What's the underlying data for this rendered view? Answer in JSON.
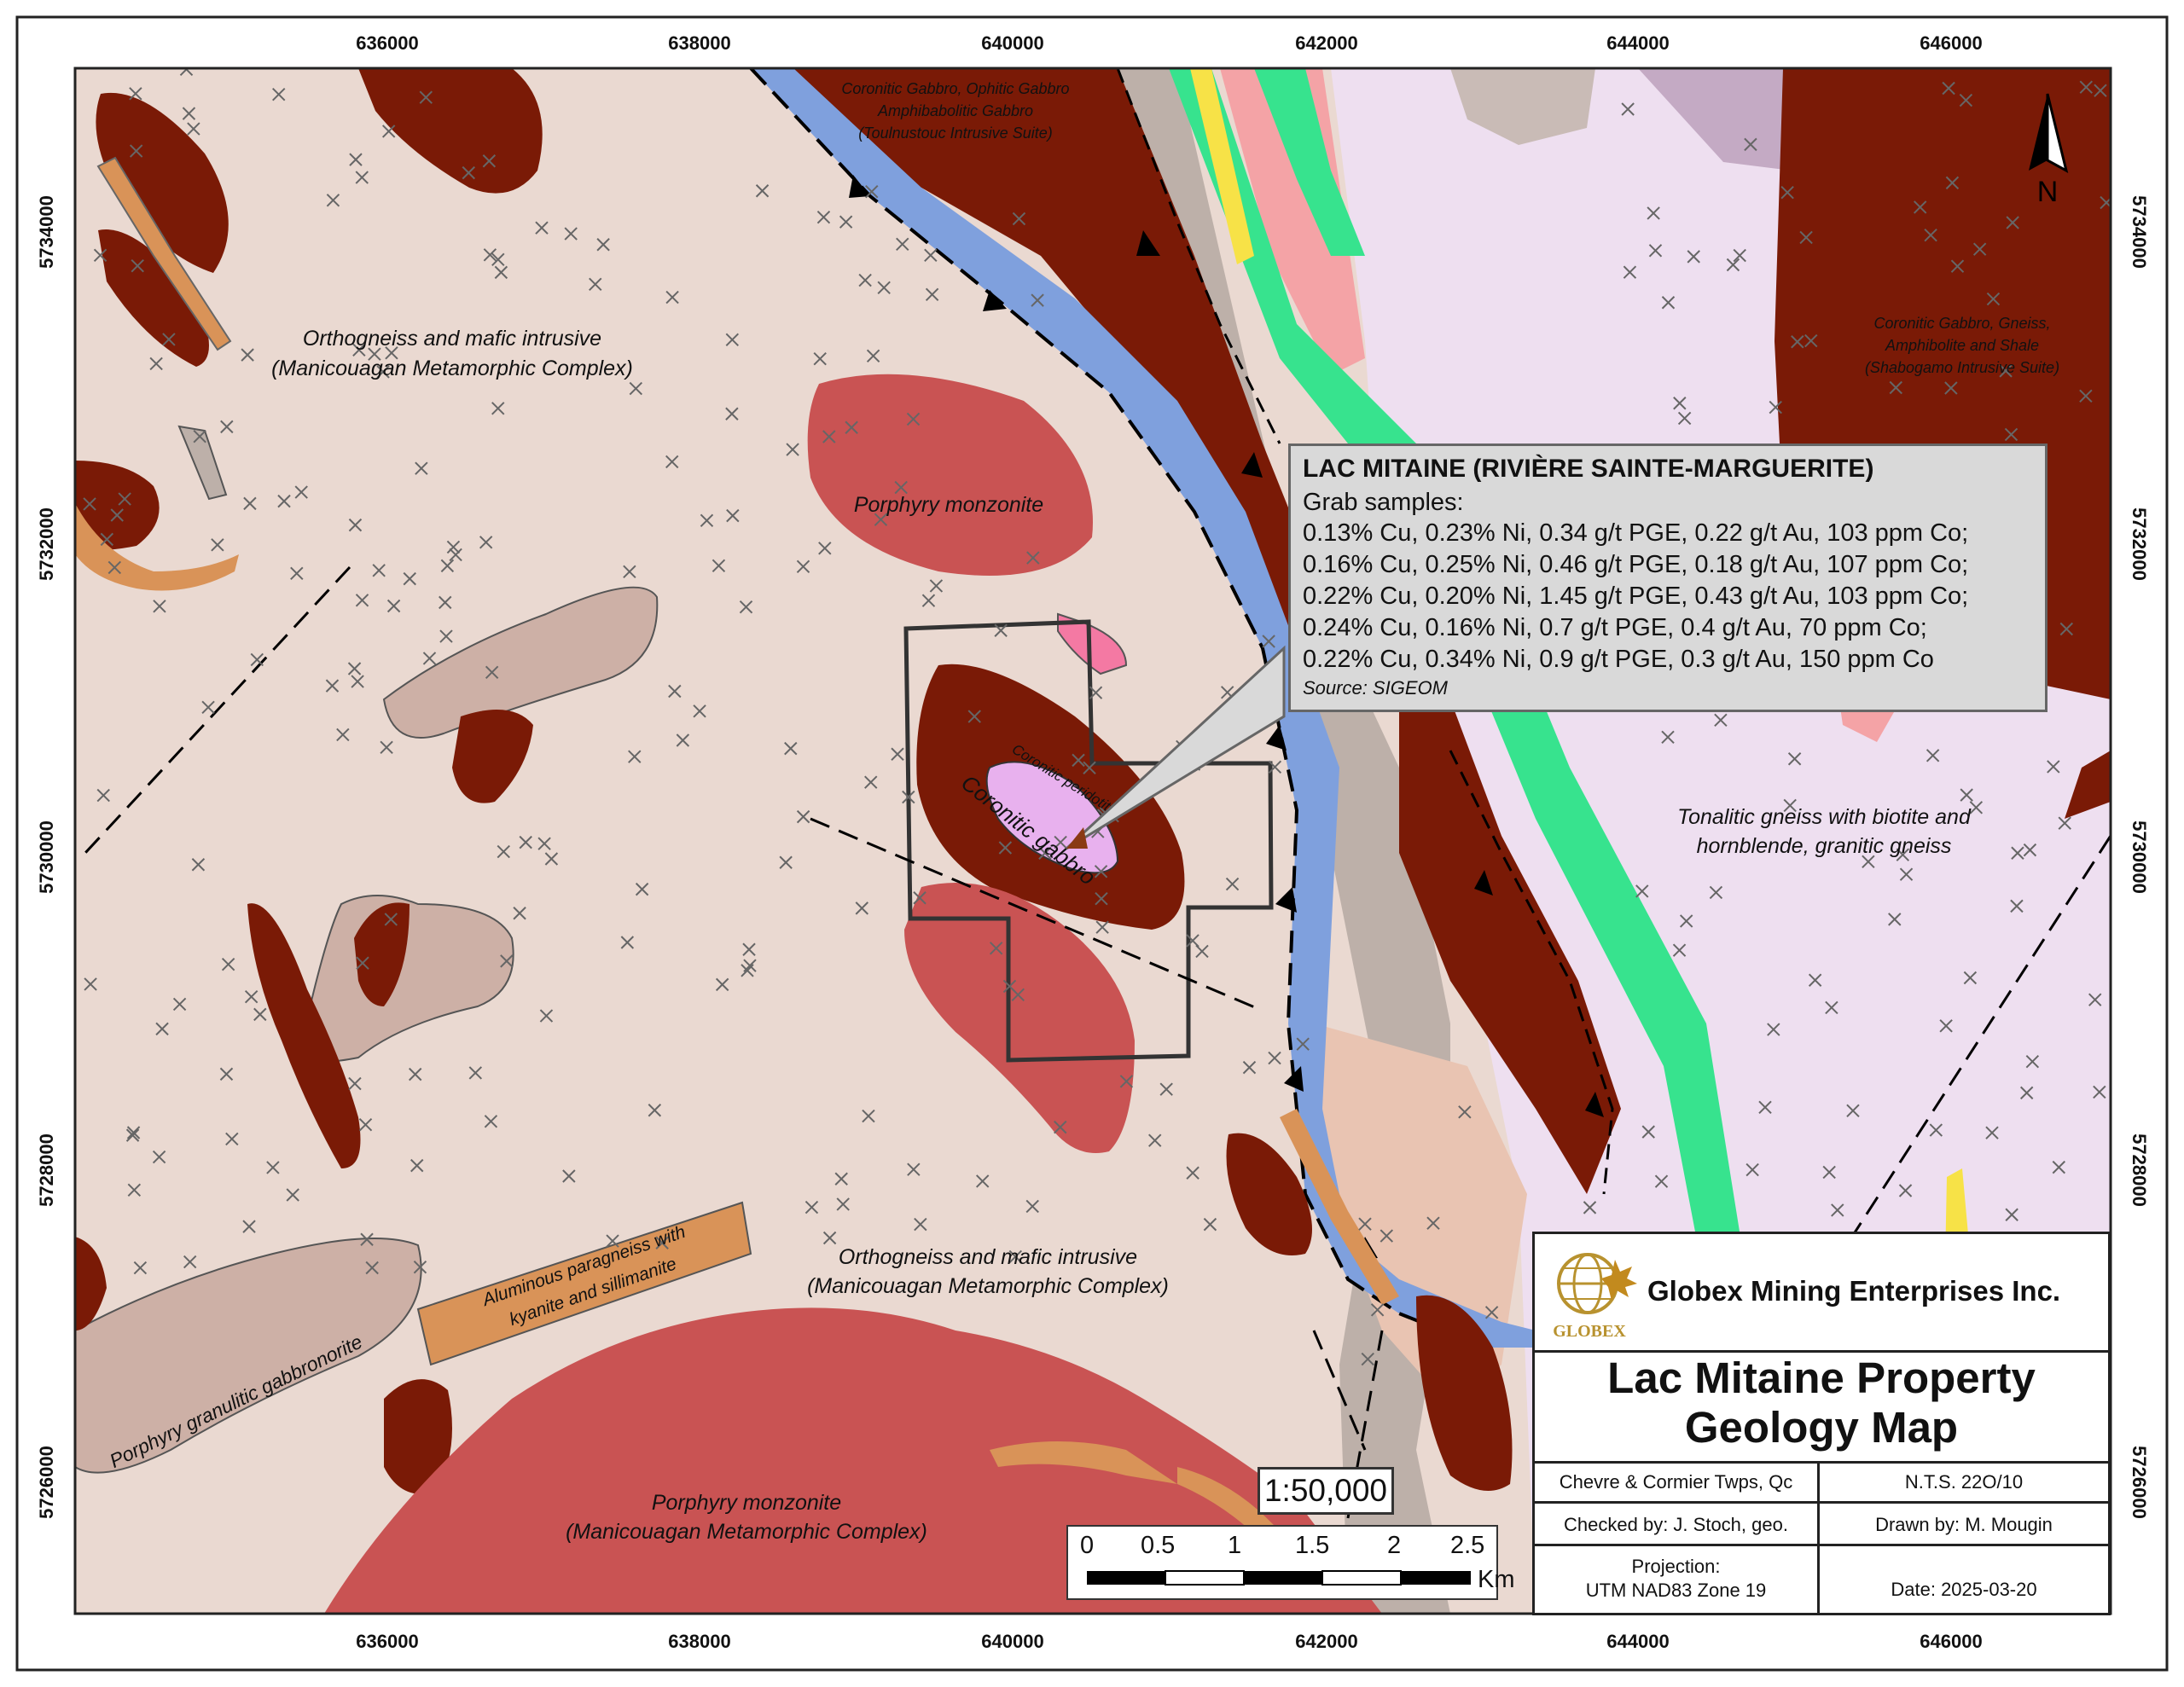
{
  "map": {
    "x_ticks": [
      "636000",
      "638000",
      "640000",
      "642000",
      "644000",
      "646000"
    ],
    "y_ticks": [
      "5734000",
      "5732000",
      "5730000",
      "5728000",
      "5726000"
    ],
    "north_label": "N"
  },
  "units": {
    "gabbro_ne_1": "Coronitic Gabbro, Ophitic Gabbro",
    "gabbro_ne_2": "Amphibabolitic Gabbro",
    "gabbro_ne_3": "(Toulnustouc Intrusive Suite)",
    "ortho_nw_1": "Orthogneiss and mafic intrusive",
    "ortho_nw_2": "(Manicouagan Metamorphic Complex)",
    "porphyry_monz_1": "Porphyry monzonite",
    "coronitic_peridotite": "Coronitic peridotite",
    "coronitic_gabbro": "Coronitic gabbro",
    "shabogamo_1": "Coronitic Gabbro, Gneiss,",
    "shabogamo_2": "Amphibolite and Shale",
    "shabogamo_3": "(Shabogamo Intrusive Suite)",
    "tonalitic_1": "Tonalitic gneiss with biotite and",
    "tonalitic_2": "hornblende, granitic gneiss",
    "ortho_s_1": "Orthogneiss and mafic intrusive",
    "ortho_s_2": "(Manicouagan Metamorphic Complex)",
    "paragneiss_1": "Aluminous paragneiss with",
    "paragneiss_2": "kyanite and sillimanite",
    "gabbronorite": "Porphyry granulitic gabbronorite",
    "porphyry_monz_2a": "Porphyry monzonite",
    "porphyry_monz_2b": "(Manicouagan Metamorphic Complex)"
  },
  "callout": {
    "title": "LAC MITAINE (RIVIÈRE SAINTE-MARGUERITE)",
    "subtitle": "Grab samples:",
    "samples": [
      "0.13% Cu, 0.23% Ni, 0.34 g/t PGE, 0.22 g/t Au, 103 ppm Co;",
      "0.16% Cu, 0.25% Ni, 0.46 g/t PGE, 0.18 g/t Au, 107 ppm Co;",
      "0.22% Cu, 0.20% Ni, 1.45 g/t PGE, 0.43 g/t Au, 103 ppm Co;",
      "0.24% Cu, 0.16% Ni, 0.7 g/t PGE, 0.4 g/t Au, 70 ppm Co;",
      "0.22% Cu, 0.34% Ni, 0.9 g/t PGE, 0.3 g/t Au, 150  ppm Co"
    ],
    "source": "Source: SIGEOM"
  },
  "scale": {
    "ratio": "1:50,000",
    "labels": [
      "0",
      "0.5",
      "1",
      "1.5",
      "2",
      "2.5"
    ],
    "unit": "Km"
  },
  "title_block": {
    "logo_text": "GLOBEX",
    "company": "Globex Mining Enterprises Inc.",
    "title_line1": "Lac Mitaine Property",
    "title_line2": "Geology Map",
    "township": "Chevre & Cormier Twps, Qc",
    "nts": "N.T.S. 22O/10",
    "checked_by": "Checked by: J. Stoch, geo.",
    "drawn_by": "Drawn by: M. Mougin",
    "projection_label": "Projection:",
    "projection": "UTM NAD83 Zone 19",
    "date": "Date: 2025-03-20"
  },
  "colors": {
    "background_gneiss": "#ead9d1",
    "mafic_gabbro": "#7a1a06",
    "porphyry_monzonite": "#c95353",
    "gabbronorite": "#cdb0a6",
    "paragneiss": "#d99358",
    "green_unit": "#37e38e",
    "grey_unit": "#bdb0a9",
    "blue_thrust_unit": "#7fa0dd",
    "pink_unit": "#f4a3a6",
    "tonalitic_gneiss": "#eedff0",
    "peridotite": "#e8b1ee",
    "yellow_unit": "#f7e247"
  }
}
